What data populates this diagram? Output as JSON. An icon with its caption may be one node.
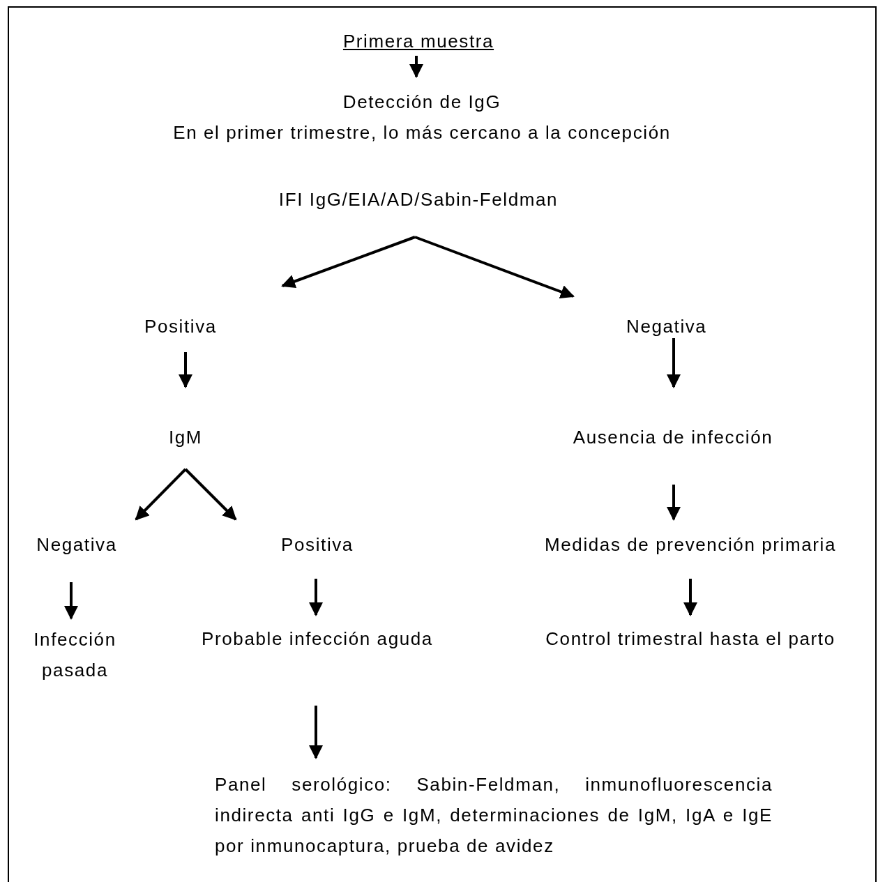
{
  "diagram": {
    "nodes": [
      {
        "text": [
          "Primera muestra"
        ]
      },
      {
        "text": [
          "Detección de IgG",
          "En el primer trimestre, lo más cercano a la concepción"
        ]
      },
      {
        "text": [
          "IFI IgG/EIA/AD/Sabin-Feldman"
        ]
      },
      {
        "text": [
          "Positiva"
        ]
      },
      {
        "text": [
          "Negativa"
        ]
      },
      {
        "text": [
          "IgM"
        ]
      },
      {
        "text": [
          "Ausencia de infección"
        ]
      },
      {
        "text": [
          "Negativa"
        ]
      },
      {
        "text": [
          "Positiva"
        ]
      },
      {
        "text": [
          "Medidas de prevención primaria"
        ]
      },
      {
        "text": [
          "Infección pasada"
        ]
      },
      {
        "text": [
          "Probable infección aguda"
        ]
      },
      {
        "text": [
          "Control trimestral hasta el parto"
        ]
      },
      {
        "text": [
          "Panel serológico: Sabin-Feldman, inmunofluorescencia indirecta anti IgG e IgM, determinaciones de IgM, IgA e IgE por inmunocaptura, prueba de avidez"
        ]
      }
    ],
    "edges": [
      {
        "from": 0,
        "to": 1,
        "arrow": "to"
      },
      {
        "from": 2,
        "to": 3,
        "arrow": "to"
      },
      {
        "from": 2,
        "to": 4,
        "arrow": "to"
      },
      {
        "from": 3,
        "to": 5,
        "arrow": "to"
      },
      {
        "from": 4,
        "to": 6,
        "arrow": "to"
      },
      {
        "from": 5,
        "to": 7,
        "arrow": "to"
      },
      {
        "from": 5,
        "to": 8,
        "arrow": "to"
      },
      {
        "from": 6,
        "to": 9,
        "arrow": "to"
      },
      {
        "from": 7,
        "to": 10,
        "arrow": "to"
      },
      {
        "from": 8,
        "to": 11,
        "arrow": "to"
      },
      {
        "from": 9,
        "to": 12,
        "arrow": "to"
      },
      {
        "from": 11,
        "to": 13,
        "arrow": "to"
      }
    ]
  }
}
